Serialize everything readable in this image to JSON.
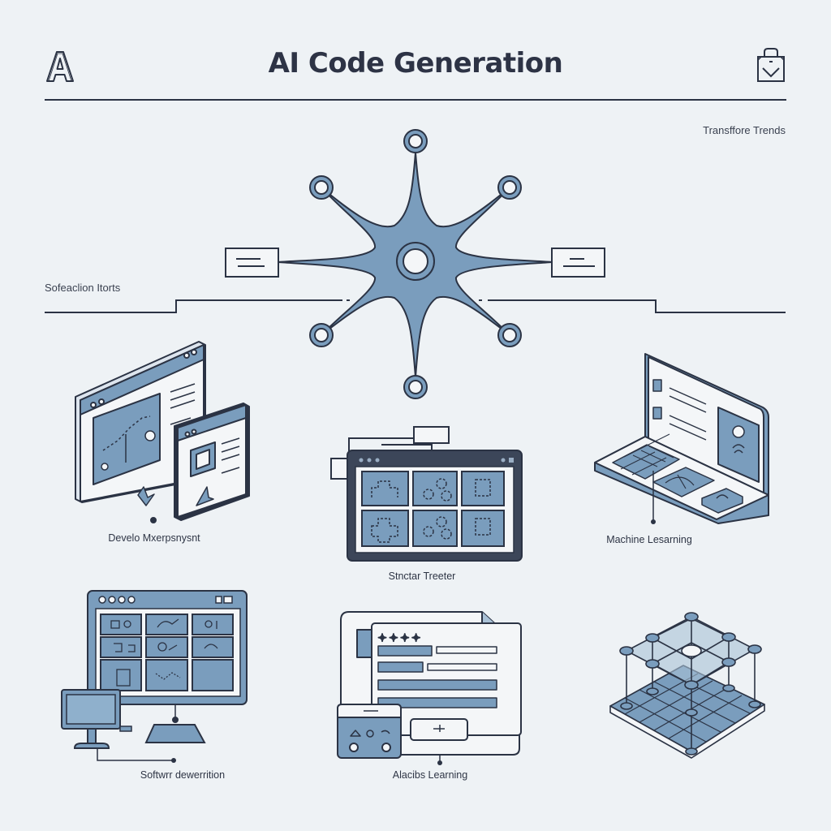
{
  "header": {
    "logo_icon": "letter-a-outline-icon",
    "title": "AI Code Generation",
    "action_icon": "shopping-bag-check-icon"
  },
  "annotations": {
    "top_right": "Transffore Trends",
    "left": "Sofeaclion Itorts"
  },
  "hub": {
    "center_icon": "neuron-hub-icon",
    "nodes": [
      "top",
      "upper-left",
      "upper-right",
      "lower-left",
      "lower-right",
      "bottom"
    ],
    "side_boxes": [
      "left",
      "right"
    ]
  },
  "panels": [
    {
      "id": "develo",
      "label": "Develo Mxerpsnysnt",
      "icon": "browser-windows-icon"
    },
    {
      "id": "structure",
      "label": "Stnctar Treeter",
      "icon": "monitor-grid-icon"
    },
    {
      "id": "ml-laptop",
      "label": "Machine Lesarning",
      "icon": "laptop-icon"
    },
    {
      "id": "software",
      "label": "Softwrr dewerrition",
      "icon": "desktop-dashboard-icon"
    },
    {
      "id": "ml-docs",
      "label": "Alacibs Learning",
      "icon": "document-form-icon"
    },
    {
      "id": "network",
      "label": "",
      "icon": "3d-network-grid-icon"
    }
  ],
  "colors": {
    "background": "#eef2f5",
    "ink": "#2b3344",
    "accent_blue": "#7a9dbd",
    "light_blue": "#a9c1d6",
    "panel_white": "#f4f6f8"
  }
}
